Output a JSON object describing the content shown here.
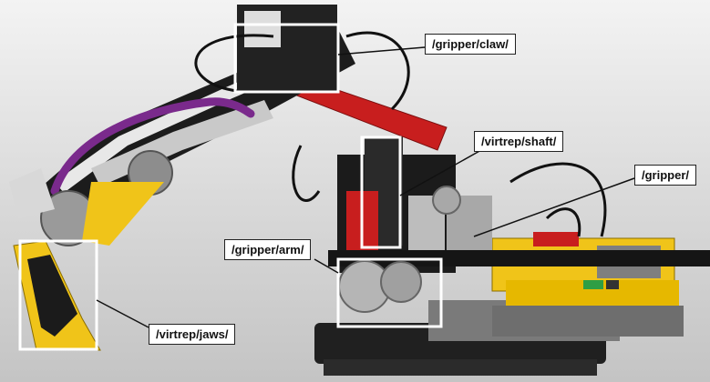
{
  "labels": {
    "claw": "/gripper/claw/",
    "shaft": "/virtrep/shaft/",
    "gripper": "/gripper/",
    "arm": "/gripper/arm/",
    "jaws": "/virtrep/jaws/"
  },
  "colors": {
    "background": "#dcdcdc",
    "highlight_box": "#ffffff",
    "leader_line": "#111111",
    "brick_yellow": "#f0c419",
    "brick_black": "#1b1b1b",
    "brick_red": "#c81e1e",
    "brick_white": "#e8e8e8",
    "gear_gray": "#9a9a9a",
    "tube_purple": "#7a2a8c"
  }
}
